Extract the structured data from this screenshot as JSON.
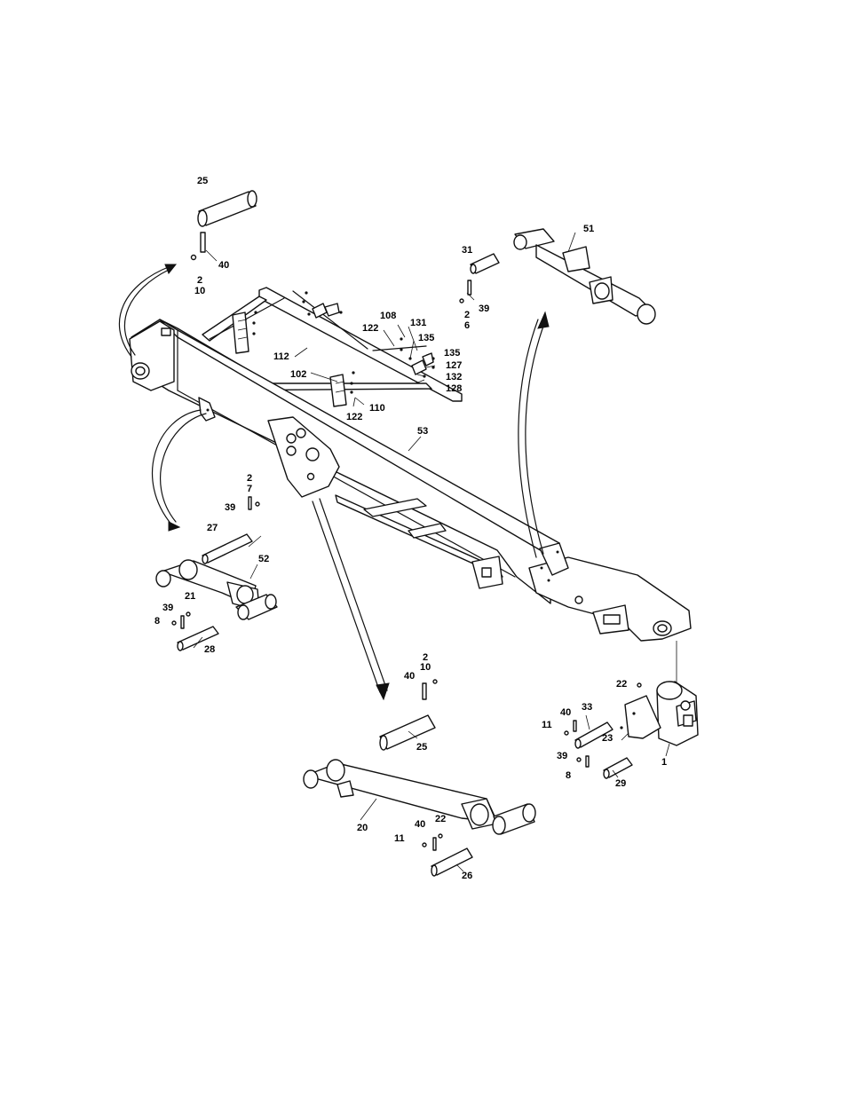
{
  "labels": [
    {
      "id": "l25a",
      "text": "25"
    },
    {
      "id": "l40a",
      "text": "40"
    },
    {
      "id": "l2a",
      "text": "2"
    },
    {
      "id": "l10a",
      "text": "10"
    },
    {
      "id": "l31",
      "text": "31"
    },
    {
      "id": "l51",
      "text": "51"
    },
    {
      "id": "l39a",
      "text": "39"
    },
    {
      "id": "l2b",
      "text": "2"
    },
    {
      "id": "l6",
      "text": "6"
    },
    {
      "id": "l108",
      "text": "108"
    },
    {
      "id": "l131",
      "text": "131"
    },
    {
      "id": "l122a",
      "text": "122"
    },
    {
      "id": "l135a",
      "text": "135"
    },
    {
      "id": "l135b",
      "text": "135"
    },
    {
      "id": "l127",
      "text": "127"
    },
    {
      "id": "l132",
      "text": "132"
    },
    {
      "id": "l128",
      "text": "128"
    },
    {
      "id": "l112",
      "text": "112"
    },
    {
      "id": "l102",
      "text": "102"
    },
    {
      "id": "l110",
      "text": "110"
    },
    {
      "id": "l122b",
      "text": "122"
    },
    {
      "id": "l53",
      "text": "53"
    },
    {
      "id": "l2c",
      "text": "2"
    },
    {
      "id": "l7",
      "text": "7"
    },
    {
      "id": "l39b",
      "text": "39"
    },
    {
      "id": "l27",
      "text": "27"
    },
    {
      "id": "l52",
      "text": "52"
    },
    {
      "id": "l21",
      "text": "21"
    },
    {
      "id": "l39c",
      "text": "39"
    },
    {
      "id": "l8a",
      "text": "8"
    },
    {
      "id": "l28",
      "text": "28"
    },
    {
      "id": "l2d",
      "text": "2"
    },
    {
      "id": "l10b",
      "text": "10"
    },
    {
      "id": "l40b",
      "text": "40"
    },
    {
      "id": "l25b",
      "text": "25"
    },
    {
      "id": "l22a",
      "text": "22"
    },
    {
      "id": "l40c",
      "text": "40"
    },
    {
      "id": "l33",
      "text": "33"
    },
    {
      "id": "l11a",
      "text": "11"
    },
    {
      "id": "l23",
      "text": "23"
    },
    {
      "id": "l39d",
      "text": "39"
    },
    {
      "id": "l8b",
      "text": "8"
    },
    {
      "id": "l29",
      "text": "29"
    },
    {
      "id": "l1",
      "text": "1"
    },
    {
      "id": "l20",
      "text": "20"
    },
    {
      "id": "l40d",
      "text": "40"
    },
    {
      "id": "l22b",
      "text": "22"
    },
    {
      "id": "l11b",
      "text": "11"
    },
    {
      "id": "l26",
      "text": "26"
    }
  ]
}
